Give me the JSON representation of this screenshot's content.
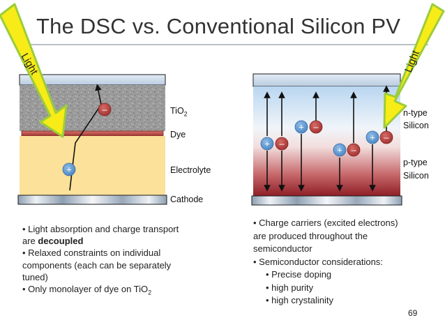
{
  "title": "The DSC vs. Conventional Silicon PV",
  "light_label": "Light",
  "colors": {
    "arrow_yellow": "#f7ec17",
    "arrow_green": "#9ccc3b",
    "electrolyte": "#fbe199",
    "dye_red": "#b6403b",
    "carrier_minus": "#b63c3a",
    "carrier_plus": "#5b9bd5",
    "n_silicon_blue": "#cfe3f5",
    "p_silicon_red": "#9e2a2e"
  },
  "dsc": {
    "labels": {
      "tio2_base": "TiO",
      "tio2_sub": "2",
      "dye": "Dye",
      "electrolyte": "Electrolyte",
      "cathode": "Cathode"
    },
    "carriers": {
      "minus": "–",
      "plus": "+"
    },
    "bullets": {
      "b1_pre": "• Light absorption and charge transport are ",
      "b1_bold": "decoupled",
      "b2": "• Relaxed constraints on individual components (each can be separately tuned)",
      "b3_pre": "• Only monolayer of dye on TiO",
      "b3_sub": "2"
    }
  },
  "si": {
    "labels": {
      "n_type_1": "n-type",
      "n_type_2": "Silicon",
      "p_type_1": "p-type",
      "p_type_2": "Silicon"
    },
    "carriers": {
      "minus": "–",
      "plus": "+"
    },
    "bullets": {
      "b1": "• Charge carriers (excited electrons) are produced throughout the semiconductor",
      "b2": "• Semiconductor considerations:",
      "s1": "• Precise doping",
      "s2": "• high purity",
      "s3": "• high crystalinity"
    }
  },
  "page_number": "69"
}
